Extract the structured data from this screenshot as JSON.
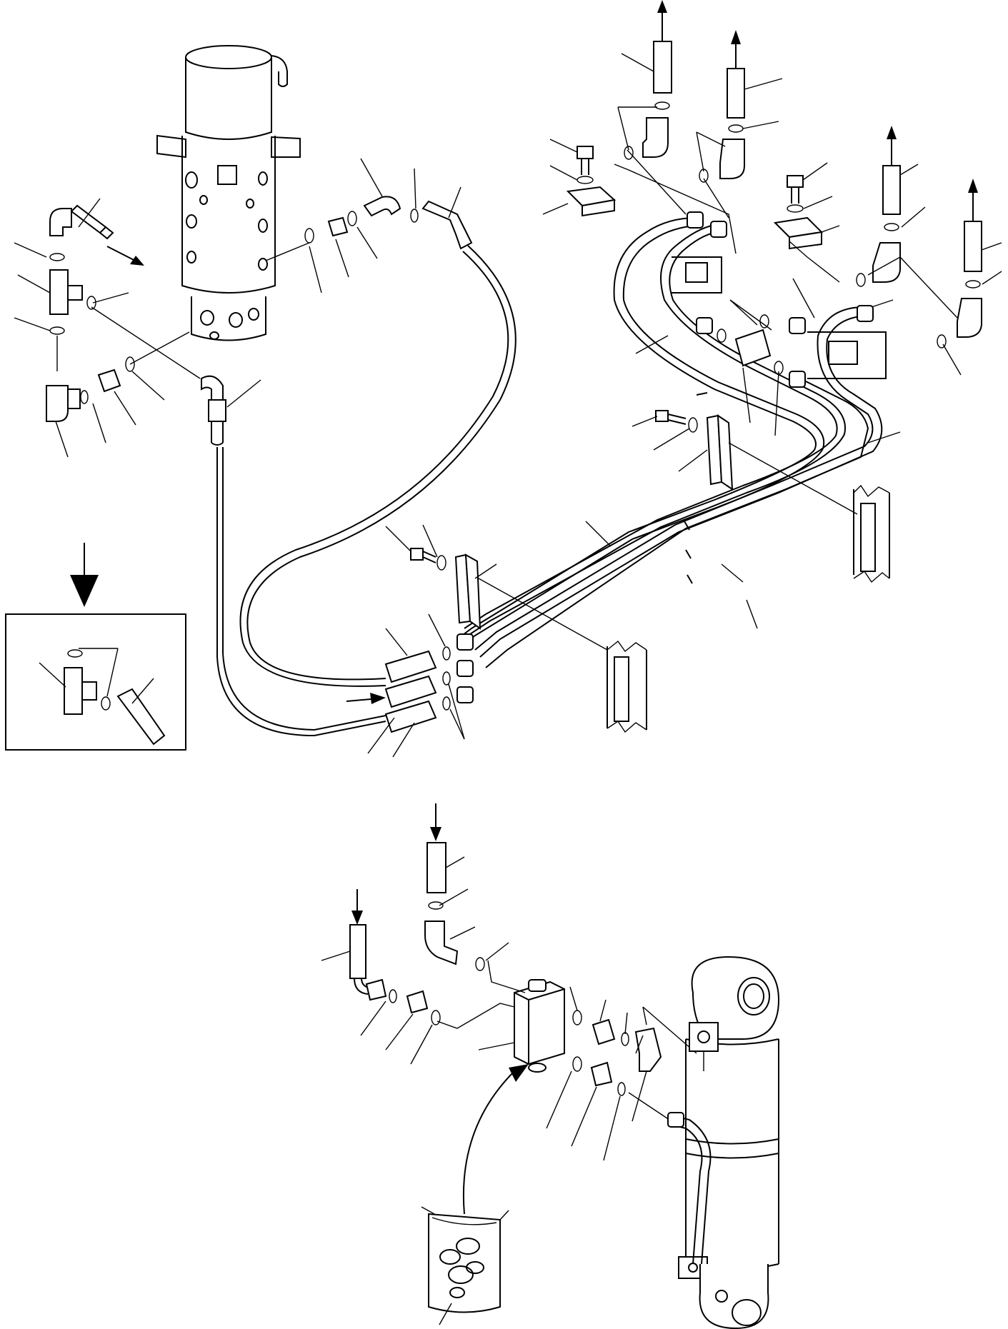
{
  "diagram": {
    "description_visible_text": [],
    "colors": {
      "line": "#000000",
      "background": "#ffffff"
    },
    "groups": [
      {
        "id": "swivel-joint-assembly"
      },
      {
        "id": "upper-hose-routing"
      },
      {
        "id": "detail-inset-box"
      },
      {
        "id": "cylinder-valve-assembly"
      },
      {
        "id": "o-ring-kit-bag"
      }
    ]
  }
}
